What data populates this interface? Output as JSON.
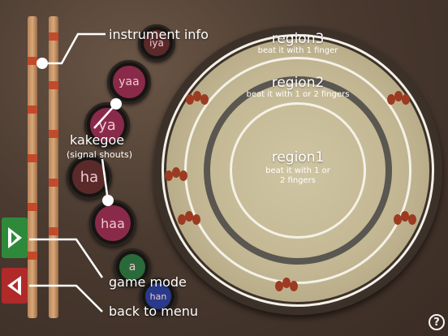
{
  "annotations": {
    "instrument_info": "instrument info",
    "kakegoe": "kakegoe",
    "kakegoe_sub": "(signal shouts)",
    "game_mode": "game mode",
    "back_to_menu": "back to menu"
  },
  "drum": {
    "region3": {
      "title": "region3",
      "sub": "beat it with 1 finger"
    },
    "region2": {
      "title": "region2",
      "sub": "beat it with 1 or 2 fingers"
    },
    "region1": {
      "title": "region1",
      "sub_line1": "beat it with 1 or",
      "sub_line2": "2 fingers"
    }
  },
  "kakegoe_buttons": [
    {
      "label": "iya",
      "color": "#5a2a2a"
    },
    {
      "label": "yaa",
      "color": "#8a2a4a"
    },
    {
      "label": "ya",
      "color": "#8a2a4a"
    },
    {
      "label": "ha",
      "color": "#5a2a2a"
    },
    {
      "label": "haa",
      "color": "#8a2a4a"
    },
    {
      "label": "a",
      "color": "#2a6a3a"
    },
    {
      "label": "han",
      "color": "#2a3a8a"
    }
  ],
  "help_label": "?",
  "colors": {
    "game_mode_button": "#2e8a3a",
    "back_button": "#b02a2a",
    "rope_accent": "#c24a2a"
  }
}
